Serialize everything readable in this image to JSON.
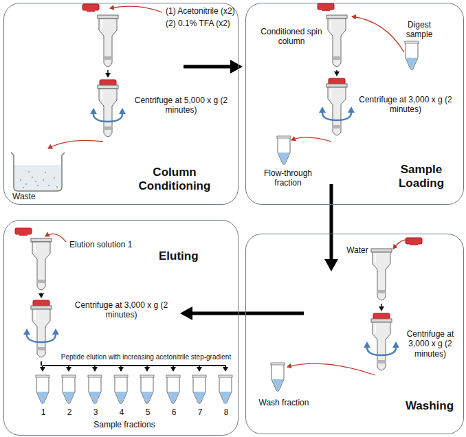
{
  "diagram": {
    "nodes": [
      {
        "text": [
          "(1) Acetonitrile (x2)",
          "(2) 0.1% TFA (x2)",
          "Centrifuge at 5,000 x g (2 minutes)",
          "Waste",
          "Column Conditioning"
        ]
      },
      {
        "text": [
          "Conditioned spin column",
          "Digest sample",
          "Centrifuge at 3,000 x g (2 minutes)",
          "Flow-through fraction",
          "Sample Loading"
        ]
      },
      {
        "text": [
          "Water",
          "Centrifuge at 3,000 x g (2 minutes)",
          "Wash fraction",
          "Washing"
        ]
      },
      {
        "text": [
          "Elution solution 1",
          "Eluting",
          "Centrifuge at 3,000 x g (2 minutes)",
          "Peptide elution with increasing acetonitrile step-gradient",
          "1",
          "2",
          "3",
          "4",
          "5",
          "6",
          "7",
          "8",
          "Sample fractions"
        ]
      }
    ],
    "edges": [
      {
        "from": 0,
        "to": 1,
        "arrow": "to"
      },
      {
        "from": 1,
        "to": 2,
        "arrow": "to"
      },
      {
        "from": 2,
        "to": 3,
        "arrow": "to"
      }
    ]
  }
}
